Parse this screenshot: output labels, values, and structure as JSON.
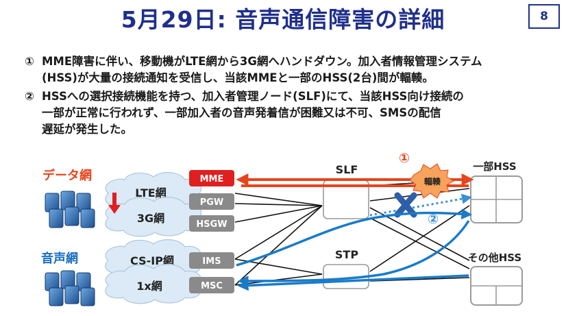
{
  "header": {
    "title": "5月29日: 音声通信障害の詳細",
    "page_number": "8"
  },
  "body": {
    "items": [
      {
        "marker": "①",
        "lines": [
          "MME障害に伴い、移動機がLTE網から3G網へハンドダウン。加入者情報管理システム",
          "(HSS)が大量の接続通知を受信し、当該MMEと一部のHSS(2台)間が輻輳。"
        ]
      },
      {
        "marker": "②",
        "lines": [
          "HSSへの選択接続機能を持つ、加入者管理ノード(SLF)にて、当該HSS向け接続の",
          "一部が正常に行われず、一部加入者の音声発着信が困難又は不可、SMSの配信",
          "遅延が発生した。"
        ]
      }
    ]
  },
  "diagram": {
    "data_network_label": "データ網",
    "voice_network_label": "音声網",
    "clouds": {
      "lte": "LTE網",
      "g3": "3G網",
      "csip": "CS-IP網",
      "onex": "1x網"
    },
    "nodes": {
      "mme": "MME",
      "pgw": "PGW",
      "hsgw": "HSGW",
      "ims": "IMS",
      "msc": "MSC"
    },
    "slf_label": "SLF",
    "stp_label": "STP",
    "hss_partial_label": "一部HSS",
    "hss_other_label": "その他HSS",
    "congestion_label": "輻輳",
    "marker_1": "①",
    "marker_2": "②",
    "colors": {
      "title": "#1f2f8c",
      "data_network": "#e8441c",
      "voice_network": "#1a6fc4",
      "mme": "#e02020",
      "node_gray": "#8a8a8a",
      "congestion_arrow": "#e8441c",
      "voice_arrow": "#1a7bc8",
      "x_mark": "#2f5fa8"
    }
  }
}
